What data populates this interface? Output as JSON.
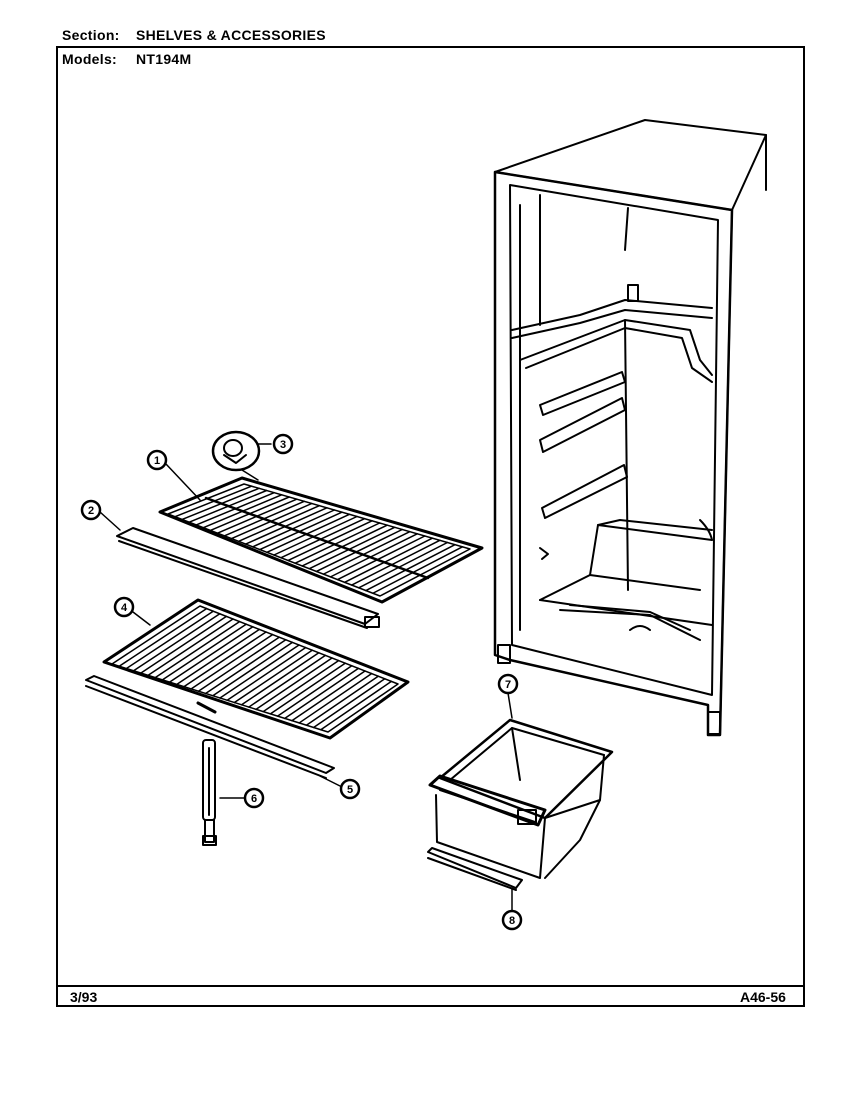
{
  "header": {
    "section_label": "Section:",
    "section_value": "SHELVES & ACCESSORIES",
    "models_label": "Models:",
    "models_value": "NT194M"
  },
  "footer": {
    "date": "3/93",
    "page_code": "A46-56"
  },
  "callouts": [
    "1",
    "2",
    "3",
    "4",
    "5",
    "6",
    "7",
    "8"
  ]
}
